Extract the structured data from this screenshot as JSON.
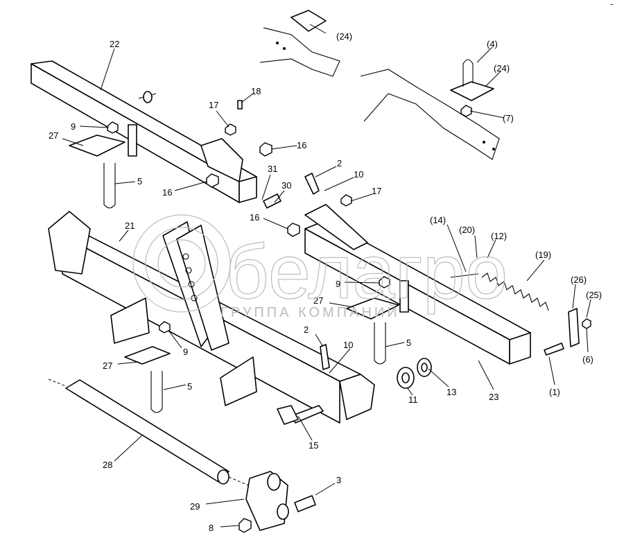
{
  "watermark": {
    "brand": "белагро",
    "subtitle": "ГРУППА КОМПАНИЙ"
  },
  "corner_mark": "-",
  "callouts": {
    "c22": "22",
    "c24a": "(24)",
    "c4": "(4)",
    "c24b": "(24)",
    "c7": "(7)",
    "c18": "18",
    "c17a": "17",
    "c9a": "9",
    "c27a": "27",
    "c16a": "16",
    "c5a": "5",
    "c16b": "16",
    "c31": "31",
    "c30": "30",
    "c2a": "2",
    "c10a": "10",
    "c17b": "17",
    "c16c": "16",
    "c21": "21",
    "c14": "(14)",
    "c20": "(20)",
    "c12": "(12)",
    "c19": "(19)",
    "c9b": "9",
    "c27b": "27",
    "c26": "(26)",
    "c25": "(25)",
    "c5b": "5",
    "c2b": "2",
    "c10b": "10",
    "c9c": "9",
    "c27c": "27",
    "c6": "(6)",
    "c1": "(1)",
    "c13": "13",
    "c11": "11",
    "c23": "23",
    "c5c": "5",
    "c15": "15",
    "c28": "28",
    "c3": "3",
    "c29": "29",
    "c8": "8"
  }
}
